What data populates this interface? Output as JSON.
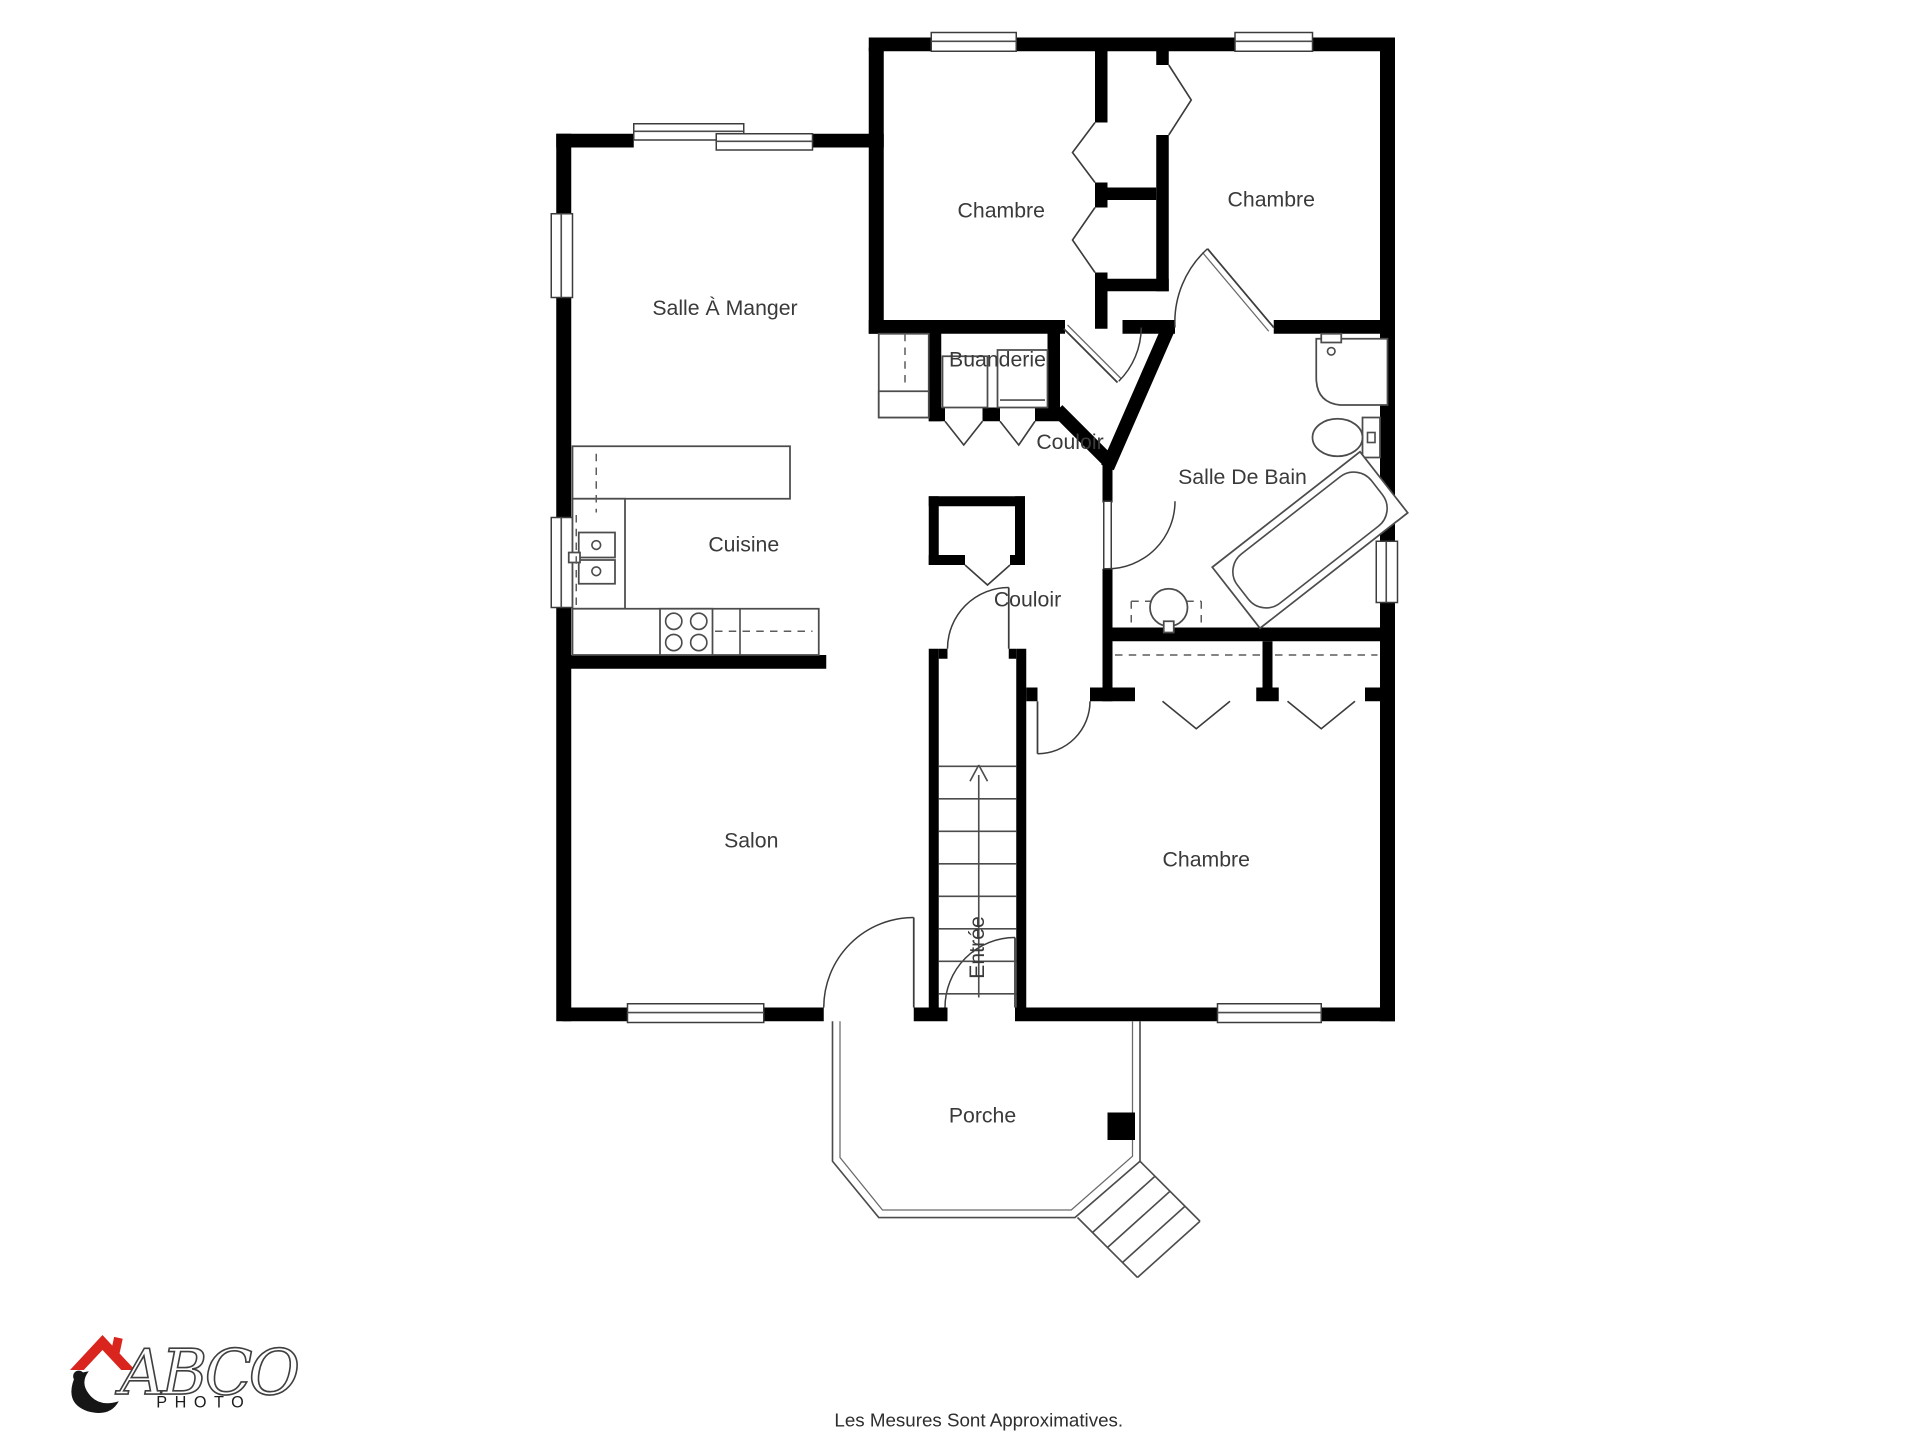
{
  "plan": {
    "rooms": [
      {
        "id": "salle-a-manger",
        "label": "Salle À Manger"
      },
      {
        "id": "chambre-1",
        "label": "Chambre"
      },
      {
        "id": "chambre-2",
        "label": "Chambre"
      },
      {
        "id": "buanderie",
        "label": "Buanderie"
      },
      {
        "id": "couloir-1",
        "label": "Couloir"
      },
      {
        "id": "salle-de-bain",
        "label": "Salle De Bain"
      },
      {
        "id": "cuisine",
        "label": "Cuisine"
      },
      {
        "id": "couloir-2",
        "label": "Couloir"
      },
      {
        "id": "salon",
        "label": "Salon"
      },
      {
        "id": "chambre-3",
        "label": "Chambre"
      },
      {
        "id": "entree",
        "label": "Entrée"
      },
      {
        "id": "porche",
        "label": "Porche"
      }
    ],
    "footer": "Les Mesures Sont Approximatives."
  },
  "logo": {
    "brand": "ABCO",
    "tagline": "PHOTO"
  },
  "features": {
    "fixtures": [
      "washer",
      "dryer",
      "stove",
      "kitchen-sink",
      "bathroom-vanity",
      "toilet",
      "bathtub",
      "round-sink",
      "stairs-up-arrow"
    ],
    "door_types": [
      "hinged-door-arc",
      "bifold-closet-door",
      "window"
    ]
  },
  "colors": {
    "wall": "#000000",
    "line": "#4c4c4c",
    "accent": "#d9251d"
  }
}
